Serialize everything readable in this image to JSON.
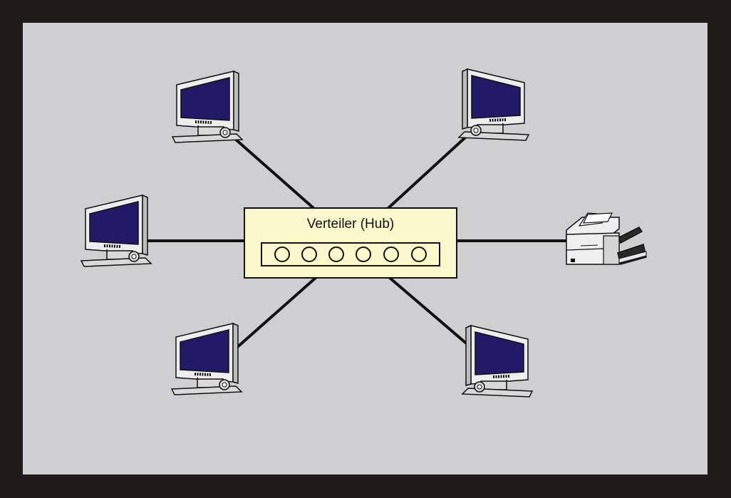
{
  "diagram": {
    "hub": {
      "label": "Verteiler (Hub)",
      "port_count": 6
    },
    "devices": [
      {
        "type": "monitor",
        "facing": "right"
      },
      {
        "type": "monitor",
        "facing": "left"
      },
      {
        "type": "monitor",
        "facing": "right"
      },
      {
        "type": "printer",
        "facing": "left"
      },
      {
        "type": "monitor",
        "facing": "right"
      },
      {
        "type": "monitor",
        "facing": "left"
      }
    ]
  },
  "colors": {
    "frame": "#211a1a",
    "background": "#cfcfd1",
    "hub_fill": "#fbf8cc",
    "screen": "#221a68",
    "bezel": "#ededed",
    "cable": "#111111"
  }
}
